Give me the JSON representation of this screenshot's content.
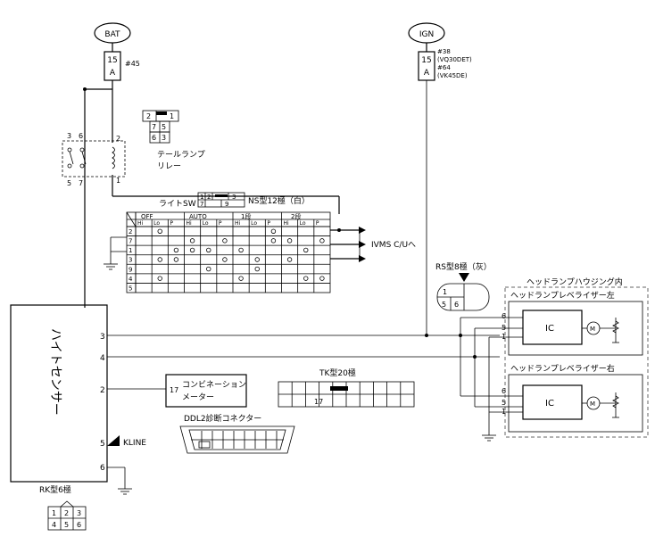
{
  "power": {
    "bat_label": "BAT",
    "ign_label": "IGN",
    "fuse_bat": {
      "amp": "15",
      "unit": "A",
      "note": "#45"
    },
    "fuse_ign": {
      "amp": "15",
      "unit": "A",
      "note1": "#38",
      "note2": "(VQ30DET)",
      "note3": "#64",
      "note4": "(VK45DE)"
    }
  },
  "relay": {
    "label_line1": "テールランプ",
    "label_line2": "リレー",
    "pins": [
      "3",
      "6",
      "5",
      "7",
      "2",
      "1"
    ],
    "connector": [
      "2",
      "1",
      "7",
      "5",
      "6",
      "3"
    ]
  },
  "light_switch": {
    "title": "ライトSW",
    "connector_title": "NS型12極（白）",
    "connector_pins": [
      "1",
      "2",
      "3",
      "7",
      "9"
    ],
    "header_groups": [
      "OFF",
      "AUTO",
      "1段",
      "2段"
    ],
    "header_sub": [
      "Hi",
      "Lo",
      "P",
      "Hi",
      "Lo",
      "P",
      "Hi",
      "Lo",
      "P",
      "Hi",
      "Lo",
      "P"
    ],
    "row_labels": [
      "2",
      "7",
      "1",
      "3",
      "9",
      "4",
      "5"
    ],
    "output_label": "IVMS C/Uへ"
  },
  "height_sensor": {
    "title": "ハイトセンサー",
    "pins": [
      "3",
      "4",
      "2",
      "5",
      "6"
    ],
    "kline_label": "KLINE",
    "connector_title": "RK型6極",
    "connector_pins": [
      "1",
      "2",
      "3",
      "4",
      "5",
      "6"
    ]
  },
  "combination_meter": {
    "pin": "17",
    "label_line1": "コンビネーション",
    "label_line2": "メーター"
  },
  "tk_connector": {
    "title": "TK型20極",
    "pin": "17"
  },
  "ddl2": {
    "title": "DDL2診断コネクター"
  },
  "rs_connector": {
    "title": "RS型8極（灰）",
    "pins": [
      "1",
      "5",
      "6"
    ]
  },
  "housing": {
    "title": "ヘッドランプハウジング内",
    "left_title": "ヘッドランプレベライザー左",
    "right_title": "ヘッドランプレベライザー右",
    "ic_label": "IC",
    "motor_label": "M",
    "pins": [
      "6",
      "5",
      "1"
    ]
  }
}
